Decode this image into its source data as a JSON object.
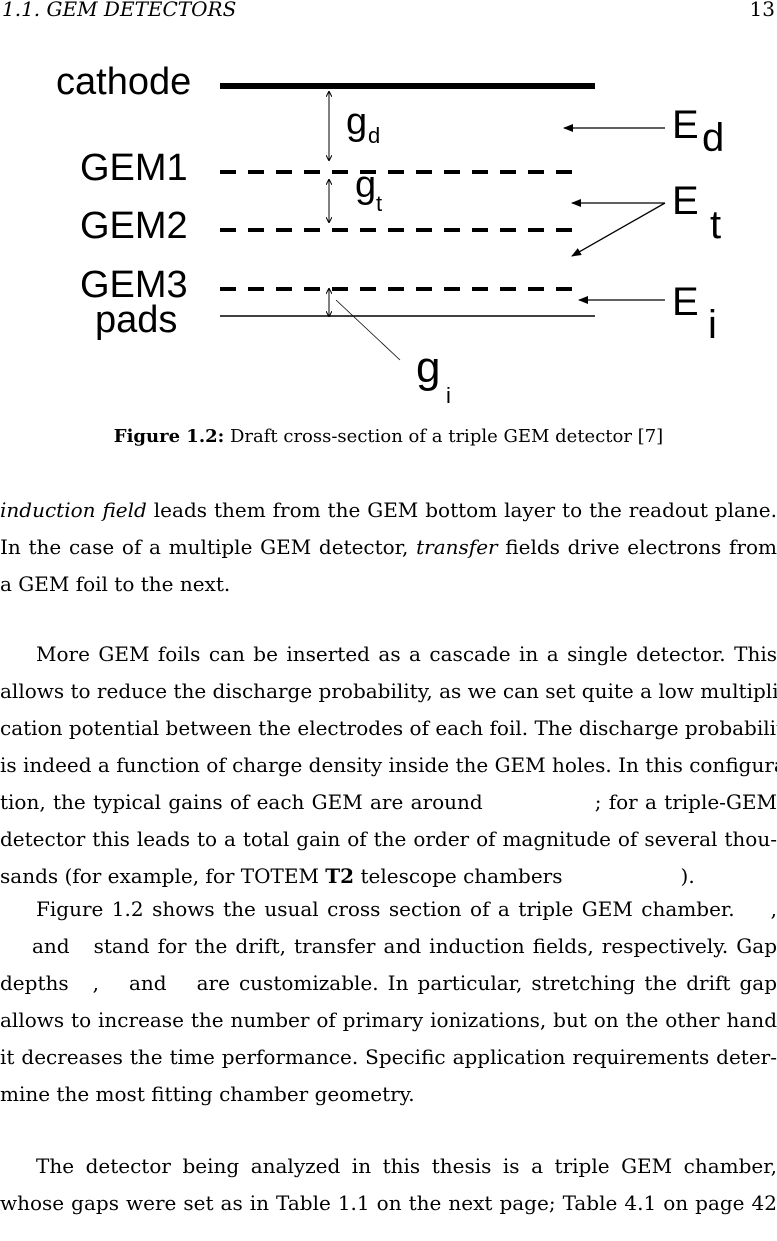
{
  "header": {
    "section": "1.1.  GEM DETECTORS",
    "page_number": "13"
  },
  "figure": {
    "labels": {
      "cathode": "cathode",
      "gem1": "GEM1",
      "gem2": "GEM2",
      "gem3": "GEM3",
      "pads": "pads",
      "gd_main": "g",
      "gd_sub": "d",
      "gt_main": "g",
      "gt_sub": "t",
      "gi_main": "g",
      "gi_sub": "i",
      "ed_main": "E",
      "ed_sub": "d",
      "et_main": "E",
      "et_sub": "t",
      "ei_main": "E",
      "ei_sub": "i"
    },
    "caption_label": "Figure 1.2:",
    "caption_text": " Draft cross-section of a triple GEM detector [7]"
  },
  "paragraph1": {
    "l1_italic": "induction field",
    "l1_rest": " leads them from the GEM bottom layer to the readout plane.",
    "l2_a": "In the case of a multiple GEM detector, ",
    "l2_italic": "transfer",
    "l2_b": " fields drive electrons from",
    "l3": "a GEM foil to the next."
  },
  "paragraph2": {
    "l1": "More GEM foils can be inserted as a cascade in a single detector.  This",
    "l2": "allows to reduce the discharge probability, as we can set quite a low multipli-",
    "l3": "cation potential between the electrodes of each foil.  The discharge probability",
    "l4": "is indeed a function of charge density inside the GEM holes.  In this configura-",
    "l5_a": "tion, the typical gains of each GEM are around",
    "l5_b": "; for a triple-GEM",
    "l6": "detector this leads to a total gain of the order of magnitude of several thou-",
    "l7_a": "sands (for example, for TOTEM ",
    "l7_bold": "T2",
    "l7_b": " telescope chambers",
    "l7_c": ")."
  },
  "paragraph3": {
    "l1_a": "Figure 1.2 shows the usual cross section of a triple GEM chamber.",
    "l1_b": ",",
    "l2_a": "and",
    "l2_b": "stand for the drift, transfer and induction fields, respectively. Gap",
    "l3_a": "depths",
    "l3_b": ",",
    "l3_c": "and",
    "l3_d": "are customizable. In particular, stretching the drift gap",
    "l4": "allows to increase the number of primary ionizations, but on the other hand",
    "l5": "it decreases the time performance.  Specific application requirements deter-",
    "l6": "mine the most fitting chamber geometry."
  },
  "paragraph4": {
    "l1": "The detector being analyzed in this thesis is a triple GEM chamber,",
    "l2": "whose gaps were set as in Table 1.1 on the next page; Table 4.1 on page 42"
  }
}
